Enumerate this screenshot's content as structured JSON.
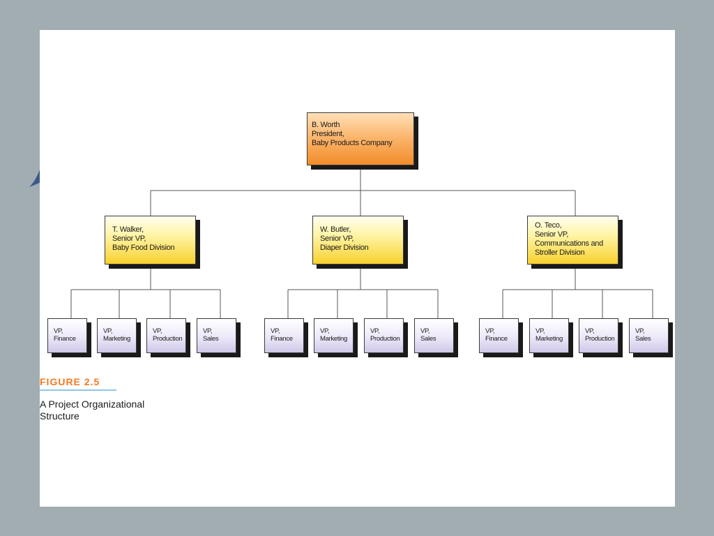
{
  "org_chart": {
    "president": {
      "lines": [
        "B. Worth",
        "President,",
        "Baby Products Company"
      ]
    },
    "divisions": [
      {
        "lines": [
          "T. Walker,",
          "Senior VP,",
          "Baby Food Division"
        ],
        "vps": [
          {
            "lines": [
              "VP,",
              "Finance"
            ]
          },
          {
            "lines": [
              "VP,",
              "Marketing"
            ]
          },
          {
            "lines": [
              "VP,",
              "Production"
            ]
          },
          {
            "lines": [
              "VP,",
              "Sales"
            ]
          }
        ]
      },
      {
        "lines": [
          "W. Butler,",
          "Senior VP,",
          "Diaper Division"
        ],
        "vps": [
          {
            "lines": [
              "VP,",
              "Finance"
            ]
          },
          {
            "lines": [
              "VP,",
              "Marketing"
            ]
          },
          {
            "lines": [
              "VP,",
              "Production"
            ]
          },
          {
            "lines": [
              "VP,",
              "Sales"
            ]
          }
        ]
      },
      {
        "lines": [
          "O. Teco,",
          "Senior VP,",
          "Communications and",
          "Stroller Division"
        ],
        "vps": [
          {
            "lines": [
              "VP,",
              "Finance"
            ]
          },
          {
            "lines": [
              "VP,",
              "Marketing"
            ]
          },
          {
            "lines": [
              "VP,",
              "Production"
            ]
          },
          {
            "lines": [
              "VP,",
              "Sales"
            ]
          }
        ]
      }
    ]
  },
  "figure": {
    "label": "FIGURE 2.5",
    "caption": [
      "A Project Organizational",
      "Structure"
    ]
  },
  "colors": {
    "background": "#a2adb1",
    "president_fill": "#f28c2a",
    "senior_vp_fill": "#f7d12e",
    "vp_fill": "#cfc8e8",
    "figure_label": "#f47920",
    "caption_rule": "#8ec8e8"
  }
}
